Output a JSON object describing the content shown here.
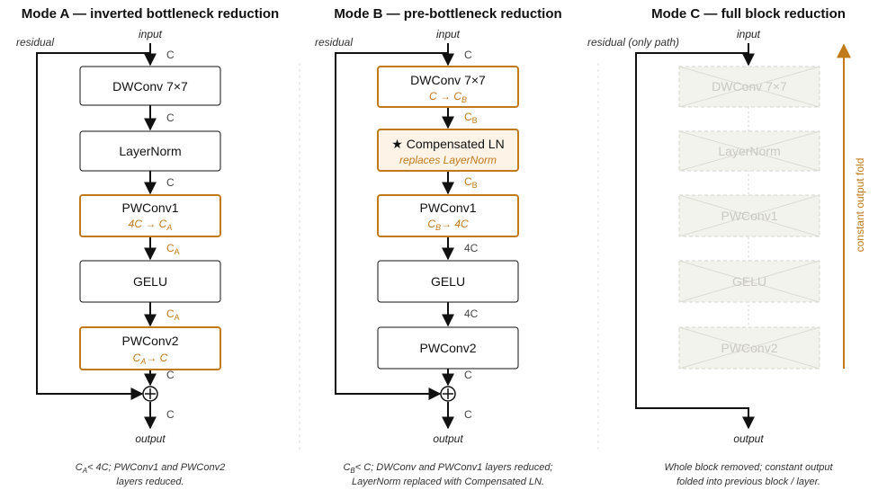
{
  "colors": {
    "accent": "#c07a1a",
    "accent_fill": "#fdf3e6",
    "ghost_fill": "#f3f3ee",
    "ghost_stroke": "#d4d4cc",
    "line": "#111111"
  },
  "mode_a": {
    "title": "Mode A — inverted bottleneck reduction",
    "residual_label": "residual",
    "input_label": "input",
    "output_label": "output",
    "blocks": [
      {
        "name": "DWConv 7×7",
        "highlight": false
      },
      {
        "name": "LayerNorm",
        "highlight": false
      },
      {
        "name": "PWConv1",
        "sub": "4C → C",
        "sub_subscript": "A",
        "highlight": true
      },
      {
        "name": "GELU",
        "highlight": false
      },
      {
        "name": "PWConv2",
        "sub_pre": "C",
        "sub_pre_subscript": "A",
        "sub_post": "→ C",
        "highlight": true
      }
    ],
    "channels": [
      {
        "text": "C",
        "accent": false
      },
      {
        "text": "C",
        "accent": false
      },
      {
        "text": "C",
        "accent": false
      },
      {
        "text": "C",
        "subscript": "A",
        "accent": true
      },
      {
        "text": "C",
        "subscript": "A",
        "accent": true
      },
      {
        "text": "C",
        "accent": false
      },
      {
        "text": "C",
        "accent": false
      }
    ],
    "caption_line1_main": "C",
    "caption_line1_subscript": "A",
    "caption_line1_rest": "< 4C; PWConv1 and PWConv2",
    "caption_line2": "layers reduced."
  },
  "mode_b": {
    "title": "Mode B — pre-bottleneck reduction",
    "residual_label": "residual",
    "input_label": "input",
    "output_label": "output",
    "blocks": [
      {
        "name": "DWConv 7×7",
        "sub_pre": "C → C",
        "sub_subscript": "B",
        "highlight": true
      },
      {
        "name": "★ Compensated LN",
        "sub": "replaces LayerNorm",
        "highlight": true,
        "filled": true
      },
      {
        "name": "PWConv1",
        "sub_pre": "C",
        "sub_pre_subscript": "B",
        "sub_post": "→ 4C",
        "highlight": true
      },
      {
        "name": "GELU",
        "highlight": false
      },
      {
        "name": "PWConv2",
        "highlight": false
      }
    ],
    "channels": [
      {
        "text": "C",
        "accent": false
      },
      {
        "text": "C",
        "subscript": "B",
        "accent": true
      },
      {
        "text": "C",
        "subscript": "B",
        "accent": true
      },
      {
        "text": "4C",
        "accent": false
      },
      {
        "text": "4C",
        "accent": false
      },
      {
        "text": "C",
        "accent": false
      },
      {
        "text": "C",
        "accent": false
      }
    ],
    "caption_line1_main": "C",
    "caption_line1_subscript": "B",
    "caption_line1_rest": "< C; DWConv and PWConv1 layers reduced;",
    "caption_line2": "LayerNorm replaced with Compensated LN."
  },
  "mode_c": {
    "title": "Mode C — full block reduction",
    "residual_label": "residual (only path)",
    "input_label": "input",
    "output_label": "output",
    "blocks": [
      {
        "name": "DWConv 7×7"
      },
      {
        "name": "LayerNorm"
      },
      {
        "name": "PWConv1"
      },
      {
        "name": "GELU"
      },
      {
        "name": "PWConv2"
      }
    ],
    "fold_label": "constant output fold",
    "caption_line1": "Whole block removed; constant output",
    "caption_line2": "folded into previous block / layer."
  }
}
